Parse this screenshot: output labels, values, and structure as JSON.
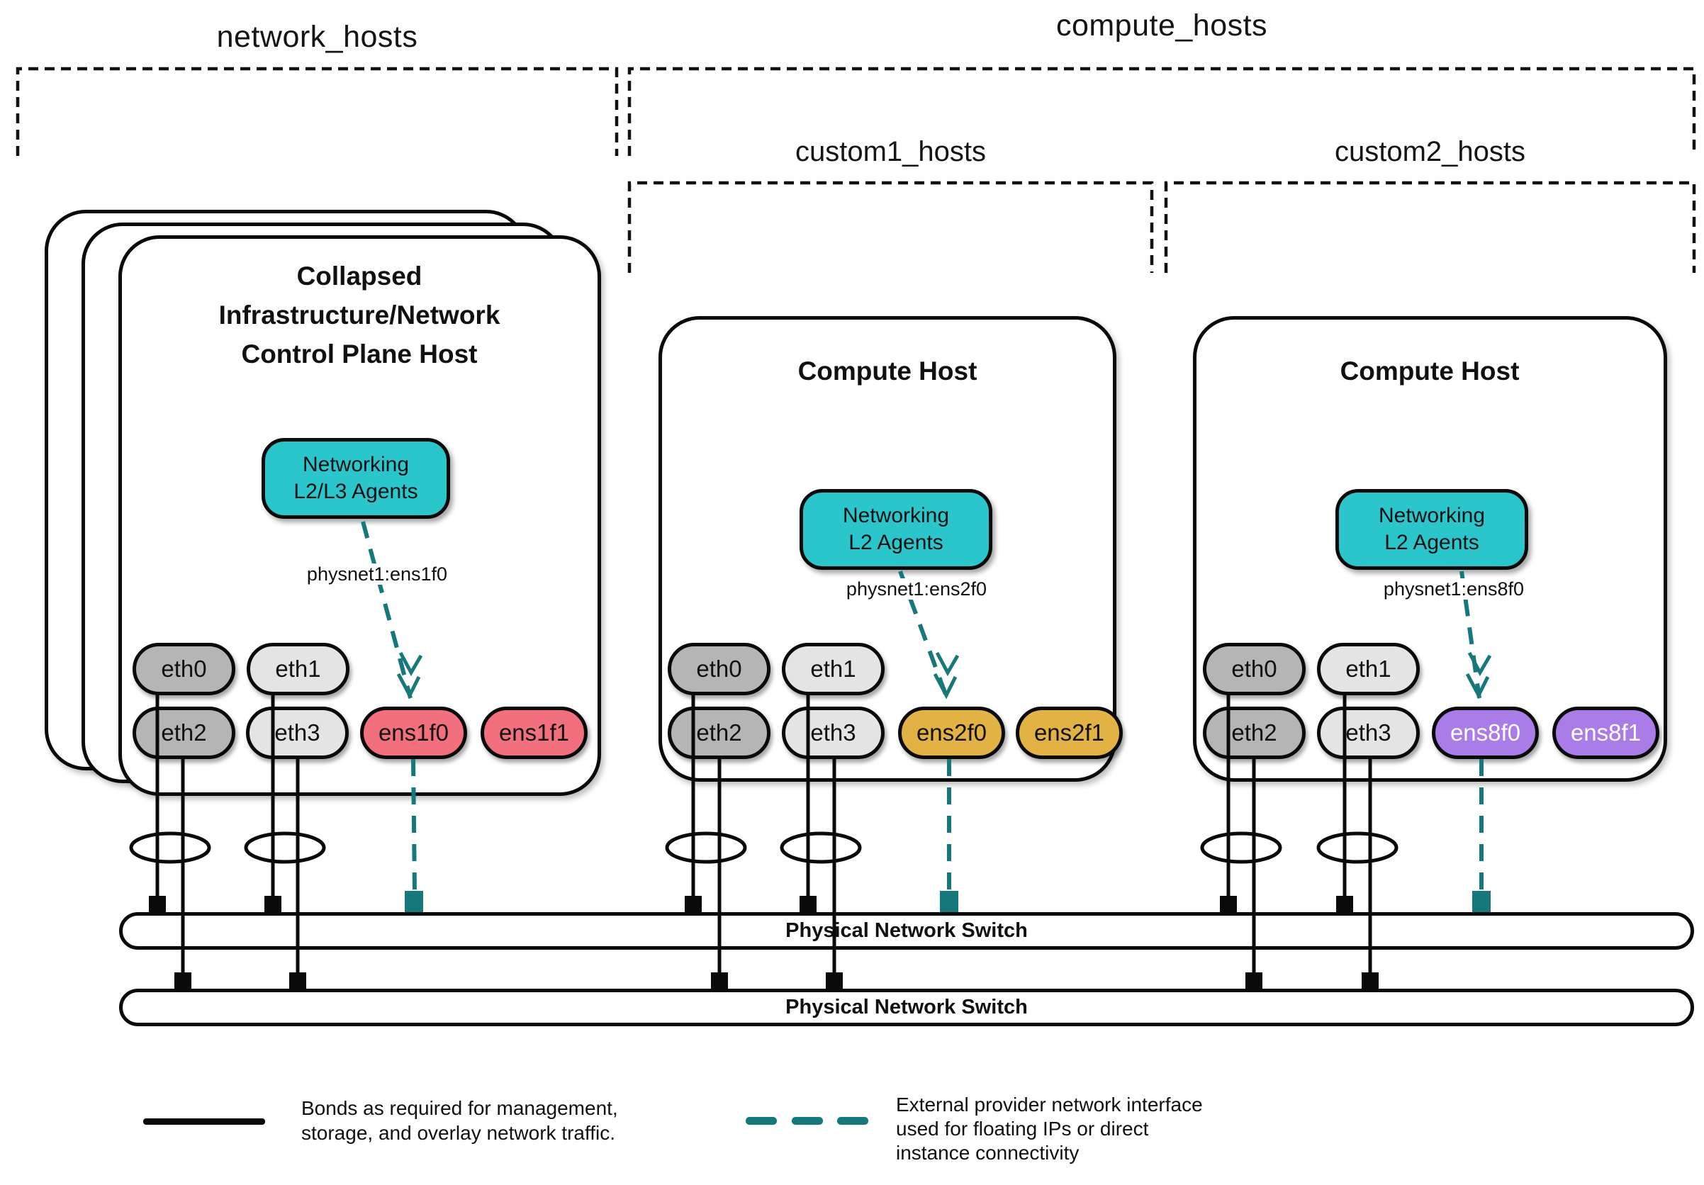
{
  "groups": {
    "network": {
      "label": "network_hosts"
    },
    "compute": {
      "label": "compute_hosts"
    },
    "custom1": {
      "label": "custom1_hosts"
    },
    "custom2": {
      "label": "custom2_hosts"
    }
  },
  "hosts": [
    {
      "title": "Collapsed\nInfrastructure/Network\nControl Plane Host",
      "agents_label": "Networking\nL2/L3 Agents",
      "physnet_label": "physnet1:ens1f0",
      "nics": [
        "eth0",
        "eth1",
        "eth2",
        "eth3",
        "ens1f0",
        "ens1f1"
      ]
    },
    {
      "title": "Compute Host",
      "agents_label": "Networking\nL2 Agents",
      "physnet_label": "physnet1:ens2f0",
      "nics": [
        "eth0",
        "eth1",
        "eth2",
        "eth3",
        "ens2f0",
        "ens2f1"
      ]
    },
    {
      "title": "Compute Host",
      "agents_label": "Networking\nL2 Agents",
      "physnet_label": "physnet1:ens8f0",
      "nics": [
        "eth0",
        "eth1",
        "eth2",
        "eth3",
        "ens8f0",
        "ens8f1"
      ]
    }
  ],
  "switches": [
    {
      "label": "Physical Network Switch"
    },
    {
      "label": "Physical Network Switch"
    }
  ],
  "legend": {
    "bond": {
      "text": "Bonds as required for management,\nstorage, and overlay network traffic."
    },
    "external": {
      "text": "External provider network interface\nused for floating IPs or direct\ninstance connectivity"
    }
  },
  "colors": {
    "agent_teal": "#2bc6cc",
    "external_line_teal": "#17787c",
    "nic_pink": "#f2707e",
    "nic_gold": "#e2b244",
    "nic_purple": "#a97ce8",
    "nic_gray_dark": "#b5b5b5",
    "nic_gray_light": "#e4e4e4",
    "line_black": "#0a0a0a"
  }
}
